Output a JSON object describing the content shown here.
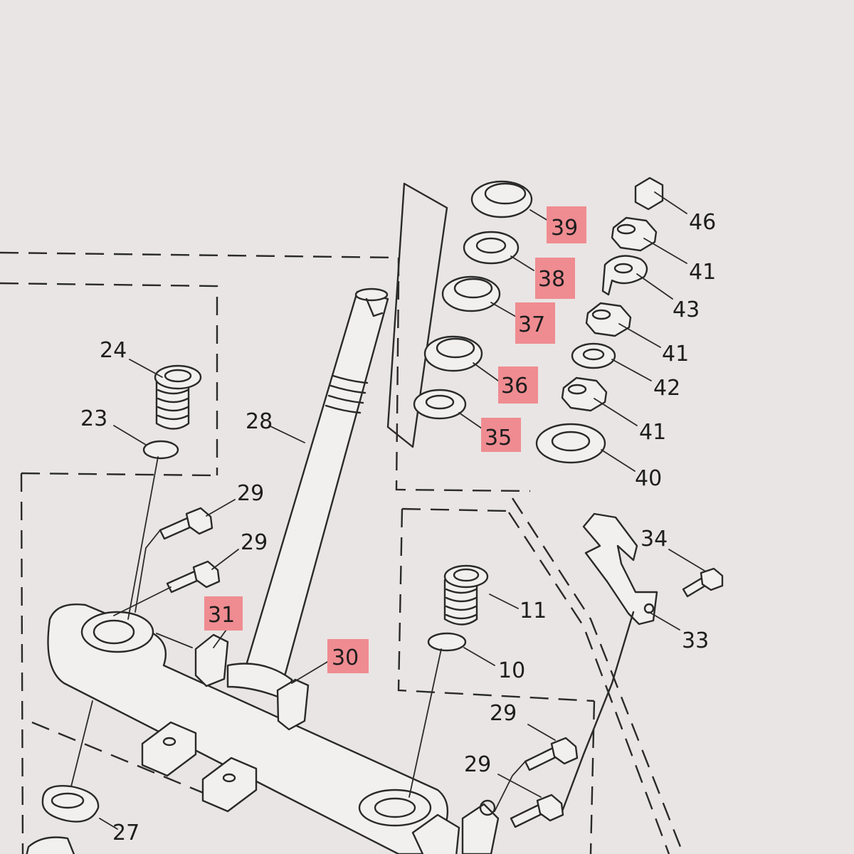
{
  "labels": {
    "p10": "10",
    "p11": "11",
    "p23": "23",
    "p24": "24",
    "p27": "27",
    "p28": "28",
    "p29a": "29",
    "p29b": "29",
    "p29c": "29",
    "p29d": "29",
    "p30": "30",
    "p31": "31",
    "p33": "33",
    "p34": "34",
    "p35": "35",
    "p36": "36",
    "p37": "37",
    "p38": "38",
    "p39": "39",
    "p40": "40",
    "p41a": "41",
    "p41b": "41",
    "p41c": "41",
    "p42": "42",
    "p43": "43",
    "p46": "46"
  },
  "highlighted_parts": [
    "30",
    "31",
    "35",
    "36",
    "37",
    "38",
    "39"
  ],
  "colors": {
    "background": "#e9e5e4",
    "line": "#2a2a2a",
    "highlight": "#ef8c91"
  }
}
